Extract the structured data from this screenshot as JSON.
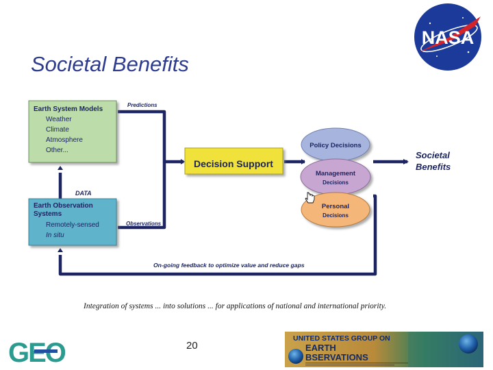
{
  "slide": {
    "title": "Societal Benefits",
    "caption": "Integration of systems ... into solutions ... for applications of national and international priority.",
    "page_number": "20"
  },
  "nasa_logo": {
    "text": "NASA",
    "icon": "nasa-meatball-logo"
  },
  "geo_logo": {
    "text": "GEO",
    "icon": "geo-logo"
  },
  "usgeo_banner": {
    "line1": "UNITED STATES GROUP ON",
    "line2": "EARTH",
    "line3": "BSERVATIONS",
    "icon": "earth-globe-icon"
  },
  "diagram": {
    "models_box": {
      "title": "Earth System Models",
      "items": [
        "Weather",
        "Climate",
        "Atmosphere",
        "Other..."
      ]
    },
    "observation_box": {
      "title_line1": "Earth Observation",
      "title_line2": "Systems",
      "items": [
        "Remotely-sensed",
        "In situ"
      ]
    },
    "labels": {
      "predictions": "Predictions",
      "observations": "Observations",
      "data": "DATA",
      "feedback": "On-going feedback to optimize value and reduce gaps"
    },
    "decision_support": "Decision Support",
    "decisions": {
      "policy_line1": "Policy Decisions",
      "management_line1": "Management",
      "management_line2": "Decisions",
      "personal_line1": "Personal",
      "personal_line2": "Decisions"
    },
    "outcome": {
      "line1": "Societal",
      "line2": "Benefits"
    }
  },
  "colors": {
    "title": "#2d3b8e",
    "models_box": "#bcdcaa",
    "observation_box": "#5fb3cb",
    "decision_support": "#f0e23a",
    "policy_ellipse": "#a7b5de",
    "management_ellipse": "#c7a6d2",
    "personal_ellipse": "#f5b779",
    "arrows": "#1c2562"
  }
}
